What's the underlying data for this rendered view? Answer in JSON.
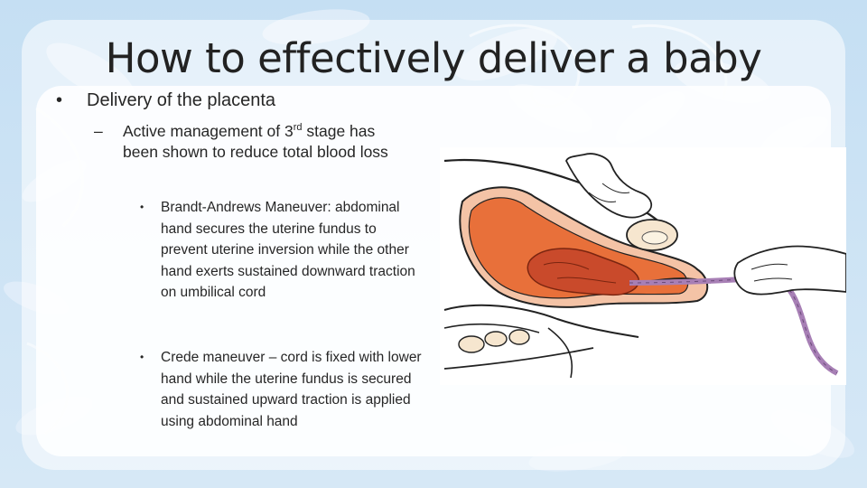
{
  "slide": {
    "title": "How to effectively deliver a baby",
    "bullet1": "Delivery of the placenta",
    "sub_bullet": {
      "text_before_sup": "Active management of 3",
      "superscript": "rd",
      "text_after_sup": " stage has been shown to reduce total blood loss"
    },
    "sub_sub_bullets": [
      "Brandt-Andrews Maneuver: abdominal hand secures the uterine fundus to prevent uterine inversion while the other hand exerts sustained downward traction on umbilical cord",
      "Crede maneuver – cord is fixed with lower hand while the uterine fundus is secured and sustained upward traction is applied using abdominal hand"
    ]
  },
  "colors": {
    "background_blue": "#c5dff3",
    "text": "#262626",
    "uterus_orange": "#e8703a",
    "placenta_red": "#c94a2b",
    "cord_purple": "#a77fb5"
  }
}
